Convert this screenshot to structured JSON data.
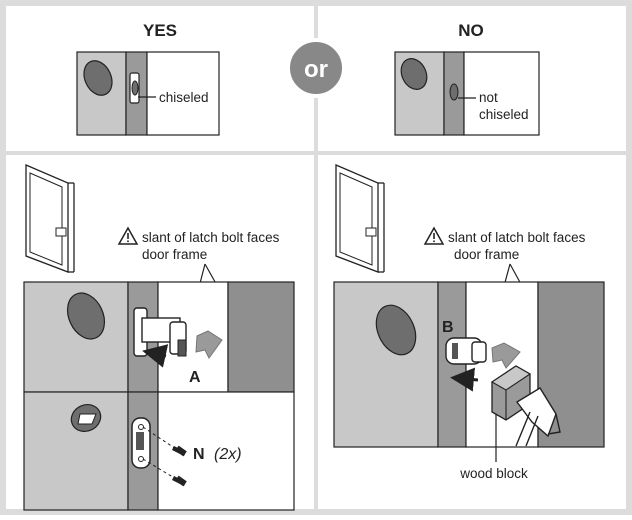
{
  "top_left": {
    "heading": "YES",
    "callout": "chiseled"
  },
  "separator": {
    "label": "or"
  },
  "top_right": {
    "heading": "NO",
    "callout_line1": "not",
    "callout_line2": "chiseled"
  },
  "bottom_left": {
    "warning_line1": "slant of latch bolt faces",
    "warning_line2": "door frame",
    "label_a": "A",
    "label_n": "N",
    "label_n_qty": "(2x)"
  },
  "bottom_right": {
    "warning_line1": "slant of latch bolt faces",
    "warning_line2": "door frame",
    "label_b": "B",
    "wood_block_label": "wood block"
  },
  "icons": [
    "warning-icon",
    "door-icon",
    "latch-icon",
    "screw-icon",
    "hammer-icon",
    "arrow-icon"
  ],
  "colors": {
    "frame_bg": "#dcdcdc",
    "door_face": "#c8c8c8",
    "door_edge": "#9a9a9a",
    "hole": "#6e6e6e",
    "jamb_wall": "#8f8f8f",
    "separator_circle": "#888888",
    "outline": "#222222"
  }
}
